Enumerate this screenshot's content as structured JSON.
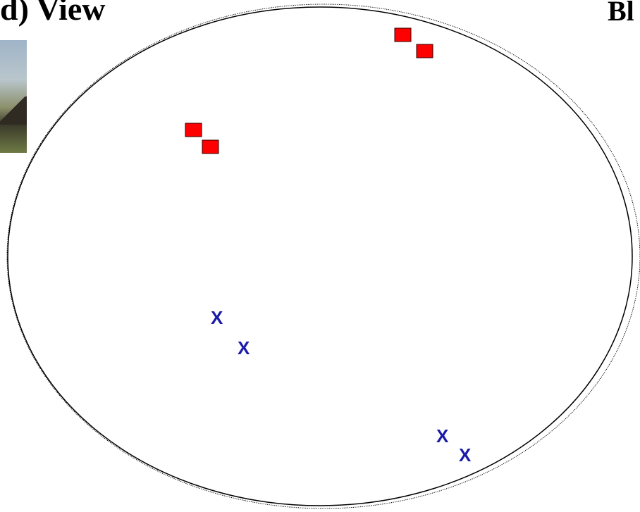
{
  "header": {
    "title_left": "d) View",
    "title_right": "Bl"
  },
  "photo": {
    "icon": "landscape-photo-thumbnail"
  },
  "scene": {
    "red_squares": [
      {
        "id": "square-1"
      },
      {
        "id": "square-2"
      },
      {
        "id": "square-3"
      },
      {
        "id": "square-4"
      }
    ],
    "blue_marks": [
      {
        "label": "X"
      },
      {
        "label": "X"
      },
      {
        "label": "X"
      },
      {
        "label": "X"
      }
    ],
    "colors": {
      "square_fill": "#ff0000",
      "square_stroke": "#330000",
      "mark_color": "#1a1aaa",
      "ellipse_stroke": "#000000"
    }
  }
}
